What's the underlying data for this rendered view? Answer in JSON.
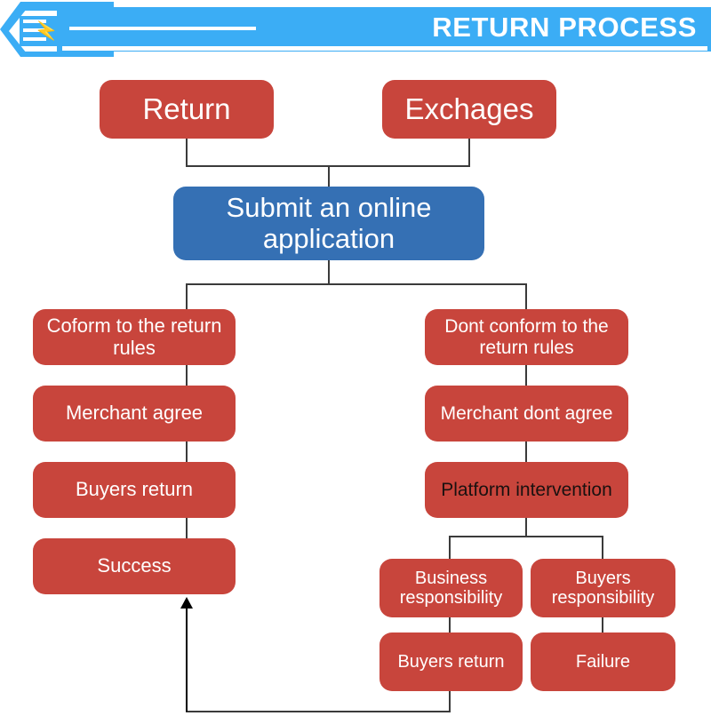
{
  "header": {
    "title": "RETURN PROCESS",
    "accent_color": "#3BADF5",
    "icon": "lightning-bolt-icon"
  },
  "theme": {
    "node_red": "#C8453C",
    "node_blue": "#3570B4",
    "connector": "#3b3b3b",
    "text_light": "#ffffff",
    "text_dark": "#1a1110"
  },
  "flow": {
    "start_nodes": [
      {
        "id": "return",
        "label": "Return"
      },
      {
        "id": "exchanges",
        "label": "Exchages"
      }
    ],
    "submit_node": {
      "id": "submit",
      "label": "Submit an online application"
    },
    "left_branch": [
      {
        "id": "conform",
        "label": "Coform to the return rules"
      },
      {
        "id": "merchant-agree",
        "label": "Merchant agree"
      },
      {
        "id": "buyers-return-left",
        "label": "Buyers return"
      },
      {
        "id": "success",
        "label": "Success"
      }
    ],
    "right_branch": [
      {
        "id": "dont-conform",
        "label": "Dont conform to the return rules"
      },
      {
        "id": "merchant-dont-agree",
        "label": "Merchant dont agree"
      },
      {
        "id": "platform-intervention",
        "label": "Platform intervention"
      }
    ],
    "outcome_nodes": [
      {
        "id": "business-responsibility",
        "label": "Business responsibility"
      },
      {
        "id": "buyers-responsibility",
        "label": "Buyers responsibility"
      },
      {
        "id": "buyers-return-bottom",
        "label": "Buyers return"
      },
      {
        "id": "failure",
        "label": "Failure"
      }
    ]
  }
}
